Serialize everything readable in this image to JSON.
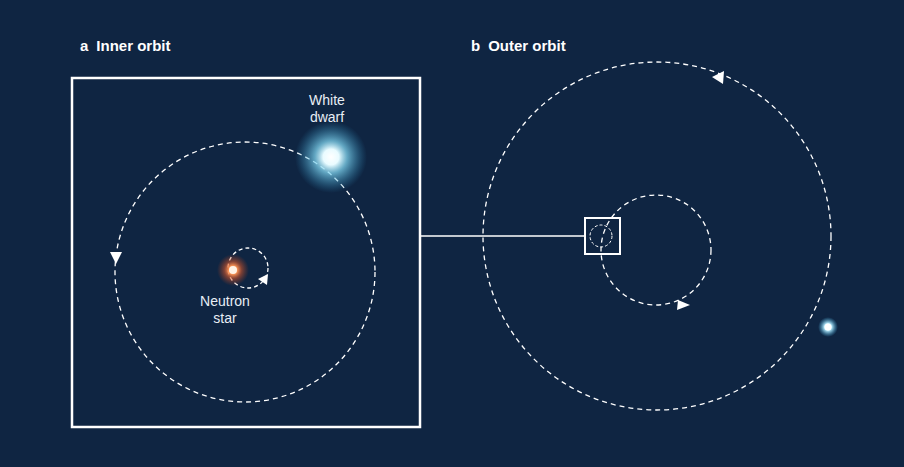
{
  "diagram": {
    "labels": [
      "a",
      "Inner orbit",
      "b",
      "Outer orbit",
      "White dwarf",
      "Neutron star"
    ]
  }
}
